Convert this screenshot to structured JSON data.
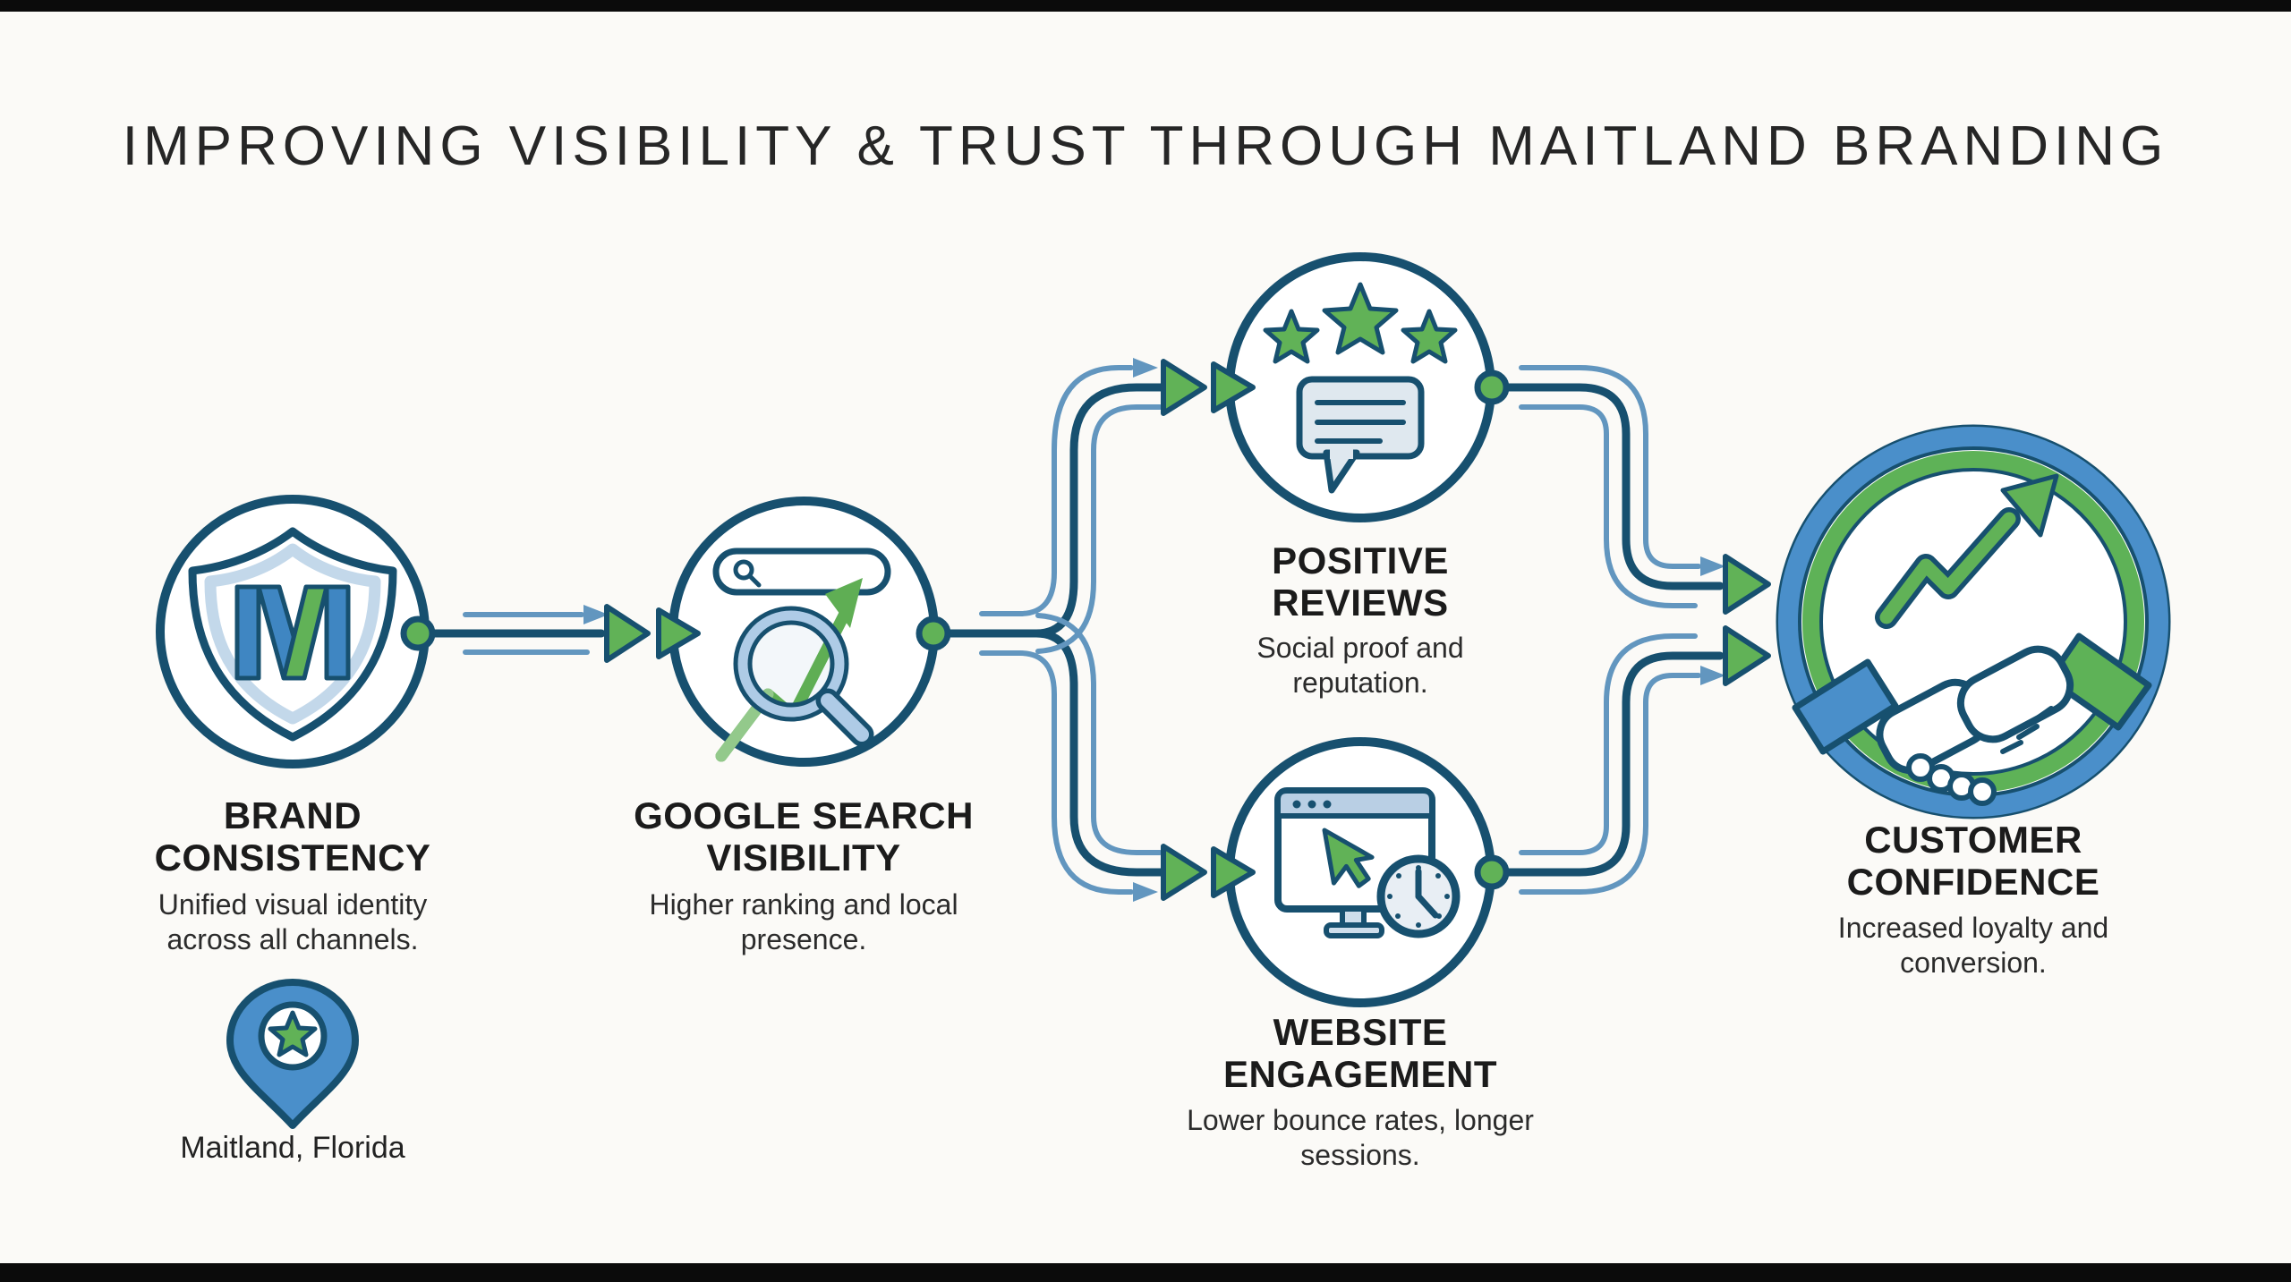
{
  "title": "IMPROVING VISIBILITY & TRUST THROUGH MAITLAND BRANDING",
  "nodes": [
    {
      "id": "brand-consistency",
      "label": "BRAND CONSISTENCY",
      "description": "Unified visual identity across all channels.",
      "icon": "shield-m-icon"
    },
    {
      "id": "google-search-visibility",
      "label": "GOOGLE SEARCH VISIBILITY",
      "description": "Higher ranking and local presence.",
      "icon": "search-trend-icon"
    },
    {
      "id": "positive-reviews",
      "label": "POSITIVE REVIEWS",
      "description": "Social proof and reputation.",
      "icon": "stars-comment-icon"
    },
    {
      "id": "website-engagement",
      "label": "WEBSITE ENGAGEMENT",
      "description": "Lower bounce rates, longer sessions.",
      "icon": "browser-cursor-clock-icon"
    },
    {
      "id": "customer-confidence",
      "label": "CUSTOMER CONFIDENCE",
      "description": "Increased loyalty and conversion.",
      "icon": "handshake-growth-icon"
    }
  ],
  "location": {
    "label": "Maitland, Florida",
    "icon": "map-pin-star-icon"
  },
  "colors": {
    "navy": "#17506f",
    "green": "#61b257",
    "blue": "#4a8fca",
    "steel_blue": "#6296bf",
    "light_blue_fill": "#c3d8ea",
    "background": "#fbfaf7",
    "text": "#1b1b1b"
  }
}
